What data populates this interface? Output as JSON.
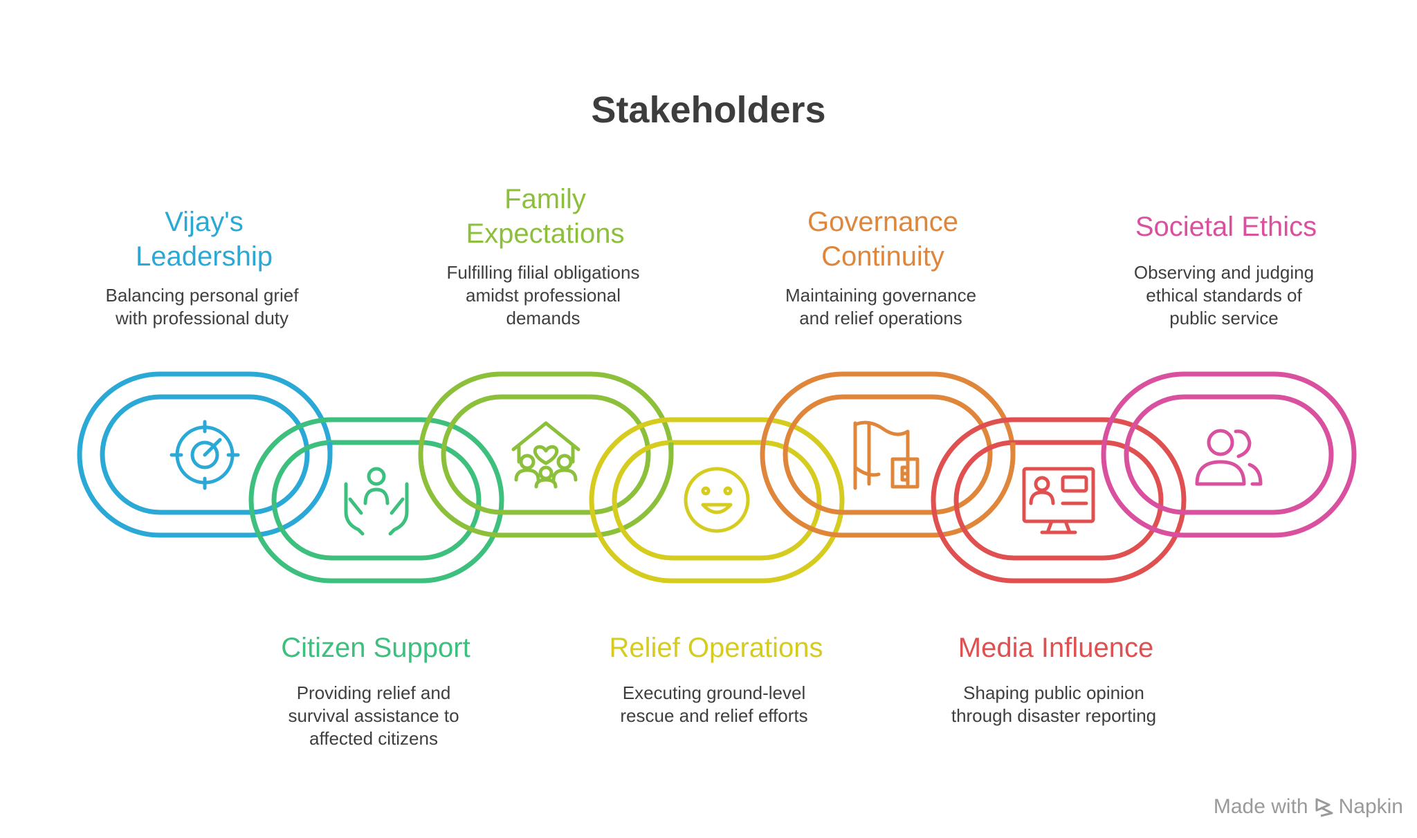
{
  "title": "Stakeholders",
  "stakeholders": [
    {
      "heading": "Vijay's\nLeadership",
      "description": "Balancing personal grief\nwith professional duty",
      "color": "#2aa8d6",
      "icon": "target-icon"
    },
    {
      "heading": "Citizen Support",
      "description": "Providing relief and\nsurvival assistance to\naffected citizens",
      "color": "#3dbf7e",
      "icon": "helping-hands-person-icon"
    },
    {
      "heading": "Family\nExpectations",
      "description": "Fulfilling filial obligations\namidst professional\ndemands",
      "color": "#8cbf3a",
      "icon": "family-home-heart-icon"
    },
    {
      "heading": "Relief Operations",
      "description": "Executing ground-level\nrescue and relief efforts",
      "color": "#d6cc1f",
      "icon": "smiley-face-icon"
    },
    {
      "heading": "Governance\nContinuity",
      "description": "Maintaining governance\nand relief operations",
      "color": "#e0863a",
      "icon": "flag-building-icon"
    },
    {
      "heading": "Media Influence",
      "description": "Shaping public opinion\nthrough disaster reporting",
      "color": "#e05050",
      "icon": "monitor-presenter-icon"
    },
    {
      "heading": "Societal Ethics",
      "description": "Observing and judging\nethical standards of\npublic service",
      "color": "#d9509e",
      "icon": "people-group-icon"
    }
  ],
  "footer": {
    "made_with": "Made with",
    "brand": "Napkin"
  }
}
